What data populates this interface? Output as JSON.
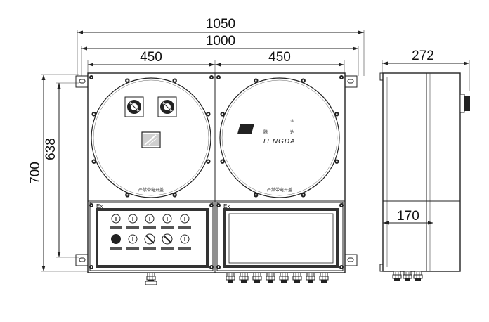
{
  "dimensions": {
    "overall_width": "1050",
    "body_width": "1000",
    "left_section": "450",
    "right_section": "450",
    "height_outer": "700",
    "height_inner": "638",
    "depth_total": "272",
    "depth_body": "170"
  },
  "labels": {
    "ex_left": "Ex",
    "ex_right": "Ex",
    "warning_left": "严禁带电开盖",
    "warning_right": "严禁带电开盖",
    "brand_cn_1": "腾",
    "brand_cn_2": "达",
    "brand_en": "TENGDA",
    "registered": "®"
  },
  "icons": {
    "rotary_switch": "rotary-switch-icon",
    "indicator_light": "indicator-light-icon",
    "push_button": "push-button-icon",
    "bolt": "bolt-icon",
    "cable_gland": "cable-gland-icon"
  }
}
